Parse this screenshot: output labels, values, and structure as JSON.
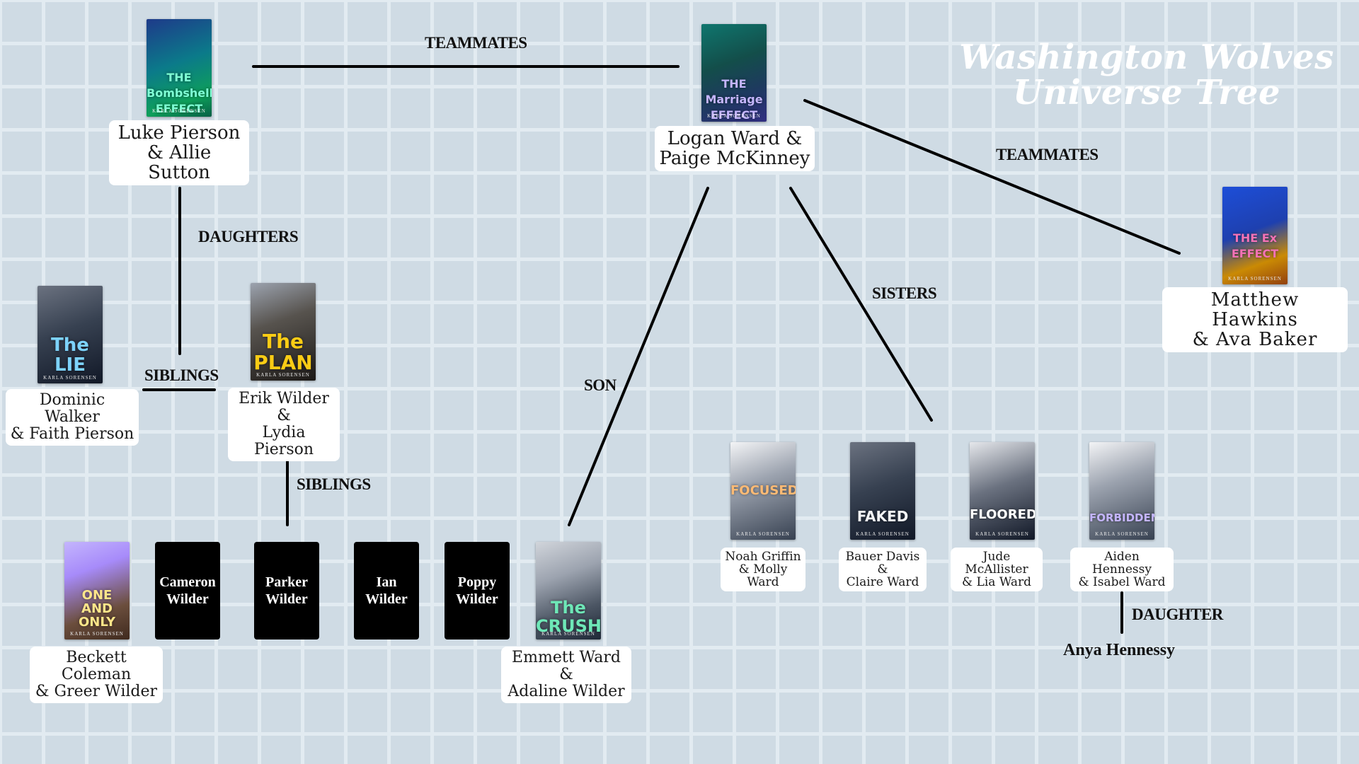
{
  "title": {
    "line1": "Washington Wolves",
    "line2": "Universe Tree"
  },
  "colors": {
    "background": "#cfdbe4",
    "grid": "#e2ebf1",
    "line": "#000000",
    "title": "#ffffff"
  },
  "relations": {
    "teammates_top": "TEAMMATES",
    "teammates_right": "TEAMMATES",
    "daughters": "DAUGHTERS",
    "siblings_left": "SIBLINGS",
    "siblings_center": "SIBLINGS",
    "son": "SON",
    "sisters": "SISTERS",
    "daughter": "DAUGHTER"
  },
  "author": "KARLA SORENSEN",
  "books": {
    "bombshell": {
      "cover_title": "THE Bombshell EFFECT",
      "couple": "Luke Pierson\n& Allie Sutton"
    },
    "marriage": {
      "cover_title": "THE Marriage EFFECT",
      "couple": "Logan Ward &\nPaige McKinney"
    },
    "ex": {
      "cover_title": "THE Ex EFFECT",
      "couple": "Matthew Hawkins\n& Ava Baker"
    },
    "lie": {
      "cover_title": "The LIE",
      "couple": "Dominic Walker\n& Faith Pierson"
    },
    "plan": {
      "cover_title": "The PLAN",
      "couple": "Erik Wilder &\nLydia Pierson"
    },
    "one_and_only": {
      "cover_title": "ONE AND ONLY",
      "couple": "Beckett Coleman\n& Greer Wilder"
    },
    "crush": {
      "cover_title": "The CRUSH",
      "couple": "Emmett Ward &\nAdaline Wilder"
    },
    "focused": {
      "cover_title": "FOCUSED",
      "couple": "Noah Griffin\n& Molly Ward"
    },
    "faked": {
      "cover_title": "FAKED",
      "couple": "Bauer Davis &\nClaire Ward"
    },
    "floored": {
      "cover_title": "FLOORED",
      "couple": "Jude McAllister\n& Lia Ward"
    },
    "forbidden": {
      "cover_title": "FORBIDDEN",
      "couple": "Aiden Hennessy\n& Isabel Ward"
    }
  },
  "siblings": {
    "cameron": "Cameron\nWilder",
    "parker": "Parker\nWilder",
    "ian": "Ian\nWilder",
    "poppy": "Poppy\nWilder"
  },
  "anya": "Anya Hennessy"
}
